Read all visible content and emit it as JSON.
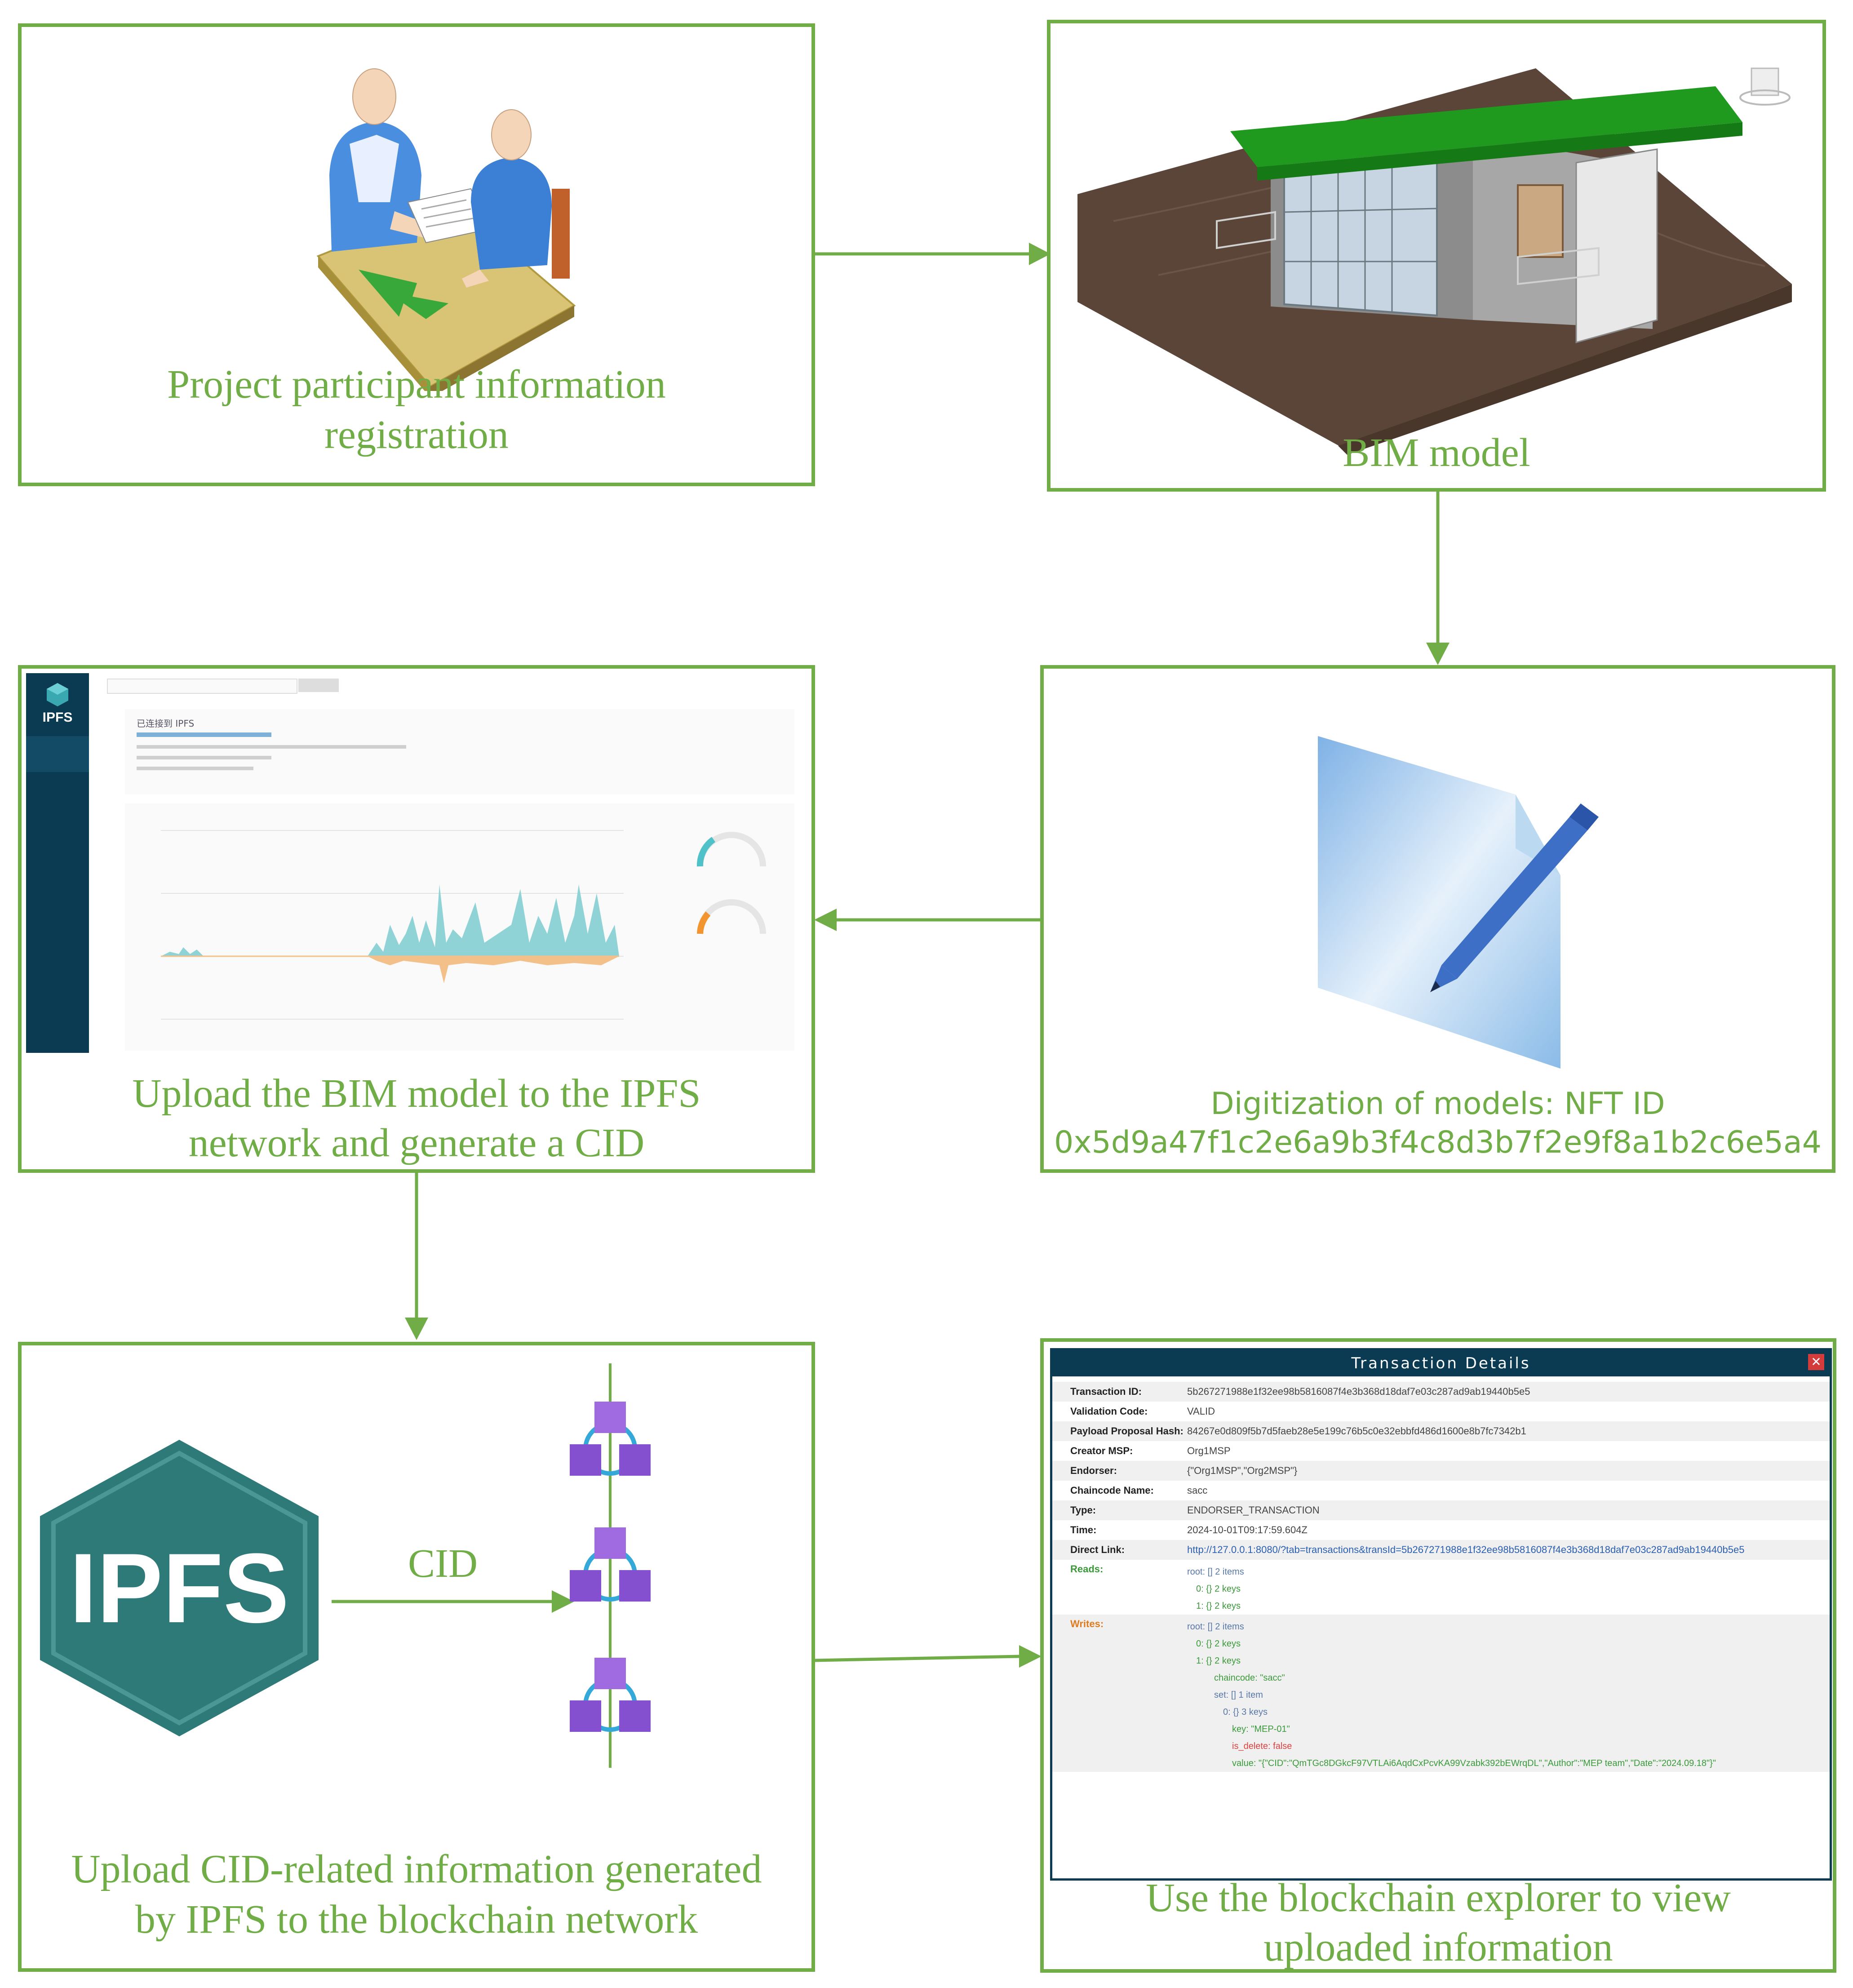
{
  "panels": {
    "registration": {
      "caption_line1": "Project participant information",
      "caption_line2": "registration"
    },
    "bim": {
      "caption": "BIM model"
    },
    "ipfs_upload": {
      "caption_line1": "Upload the BIM model to the IPFS",
      "caption_line2": "network and generate a CID"
    },
    "nft": {
      "caption_line1": "Digitization of models: NFT ID",
      "caption_line2": "0x5d9a47f1c2e6a9b3f4c8d3b7f2e9f8a1b2c6e5a4"
    },
    "blockchain_upload": {
      "caption_line1": "Upload CID-related information generated",
      "caption_line2": "by IPFS to the blockchain network",
      "ipfs_logo_text": "IPFS",
      "arrow_label": "CID"
    },
    "explorer": {
      "caption_line1": "Use the blockchain explorer to view",
      "caption_line2": "uploaded information"
    }
  },
  "ipfs_webui": {
    "brand": "IPFS",
    "heading": "已连接到 IPFS"
  },
  "transaction": {
    "title": "Transaction Details",
    "close": "✕",
    "rows": [
      {
        "key": "Transaction ID:",
        "value": "5b267271988e1f32ee98b5816087f4e3b368d18daf7e03c287ad9ab19440b5e5"
      },
      {
        "key": "Validation Code:",
        "value": "VALID"
      },
      {
        "key": "Payload Proposal Hash:",
        "value": "84267e0d809f5b7d5faeb28e5e199c76b5c0e32ebbfd486d1600e8b7fc7342b1"
      },
      {
        "key": "Creator MSP:",
        "value": "Org1MSP"
      },
      {
        "key": "Endorser:",
        "value": "{\"Org1MSP\",\"Org2MSP\"}"
      },
      {
        "key": "Chaincode Name:",
        "value": "sacc"
      },
      {
        "key": "Type:",
        "value": "ENDORSER_TRANSACTION"
      },
      {
        "key": "Time:",
        "value": "2024-10-01T09:17:59.604Z"
      },
      {
        "key": "Direct Link:",
        "value": "http://127.0.0.1:8080/?tab=transactions&transId=5b267271988e1f32ee98b5816087f4e3b368d18daf7e03c287ad9ab19440b5e5"
      }
    ],
    "reads_label": "Reads:",
    "writes_label": "Writes:",
    "reads_tree": [
      "root: [] 2 items",
      "0: {} 2 keys",
      "1: {} 2 keys"
    ],
    "writes_tree": [
      "root: [] 2 items",
      "0: {} 2 keys",
      "1: {} 2 keys",
      "chaincode: \"sacc\"",
      "set: [] 1 item",
      "0: {} 3 keys",
      "key: \"MEP-01\"",
      "is_delete: false",
      "value: \"{\"CID\":\"QmTGc8DGkcF97VTLAi6AqdCxPcvKA99Vzabk392bEWrqDL\",\"Author\":\"MEP team\",\"Date\":\"2024.09.18\"}\""
    ]
  },
  "colors": {
    "accent": "#70ad47",
    "teal": "#2e7a78",
    "navy": "#0b3a53"
  }
}
